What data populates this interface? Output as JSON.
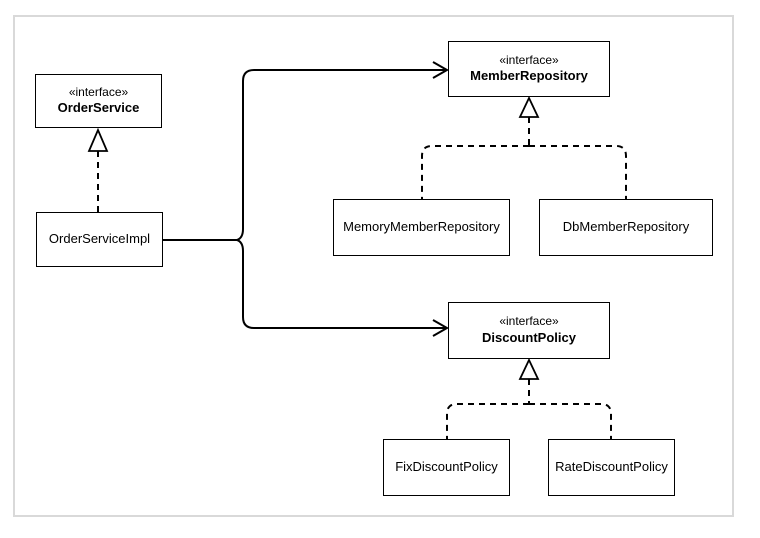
{
  "diagram": {
    "kind": "uml-class-diagram",
    "nodes": {
      "order_service": {
        "stereotype": "«interface»",
        "name": "OrderService"
      },
      "order_service_impl": {
        "name": "OrderServiceImpl"
      },
      "member_repository": {
        "stereotype": "«interface»",
        "name": "MemberRepository"
      },
      "memory_member_repository": {
        "name": "MemoryMemberRepository"
      },
      "db_member_repository": {
        "name": "DbMemberRepository"
      },
      "discount_policy": {
        "stereotype": "«interface»",
        "name": "DiscountPolicy"
      },
      "fix_discount_policy": {
        "name": "FixDiscountPolicy"
      },
      "rate_discount_policy": {
        "name": "RateDiscountPolicy"
      }
    },
    "edges": [
      {
        "from": "OrderServiceImpl",
        "to": "OrderService",
        "type": "realization"
      },
      {
        "from": "MemoryMemberRepository",
        "to": "MemberRepository",
        "type": "realization"
      },
      {
        "from": "DbMemberRepository",
        "to": "MemberRepository",
        "type": "realization"
      },
      {
        "from": "FixDiscountPolicy",
        "to": "DiscountPolicy",
        "type": "realization"
      },
      {
        "from": "RateDiscountPolicy",
        "to": "DiscountPolicy",
        "type": "realization"
      },
      {
        "from": "OrderServiceImpl",
        "to": "MemberRepository",
        "type": "dependency"
      },
      {
        "from": "OrderServiceImpl",
        "to": "DiscountPolicy",
        "type": "dependency"
      }
    ],
    "colors": {
      "line": "#000000",
      "box_background": "#ffffff",
      "box_border": "#000000",
      "frame_border": "#d9d9d9",
      "page_background": "#ffffff"
    }
  }
}
